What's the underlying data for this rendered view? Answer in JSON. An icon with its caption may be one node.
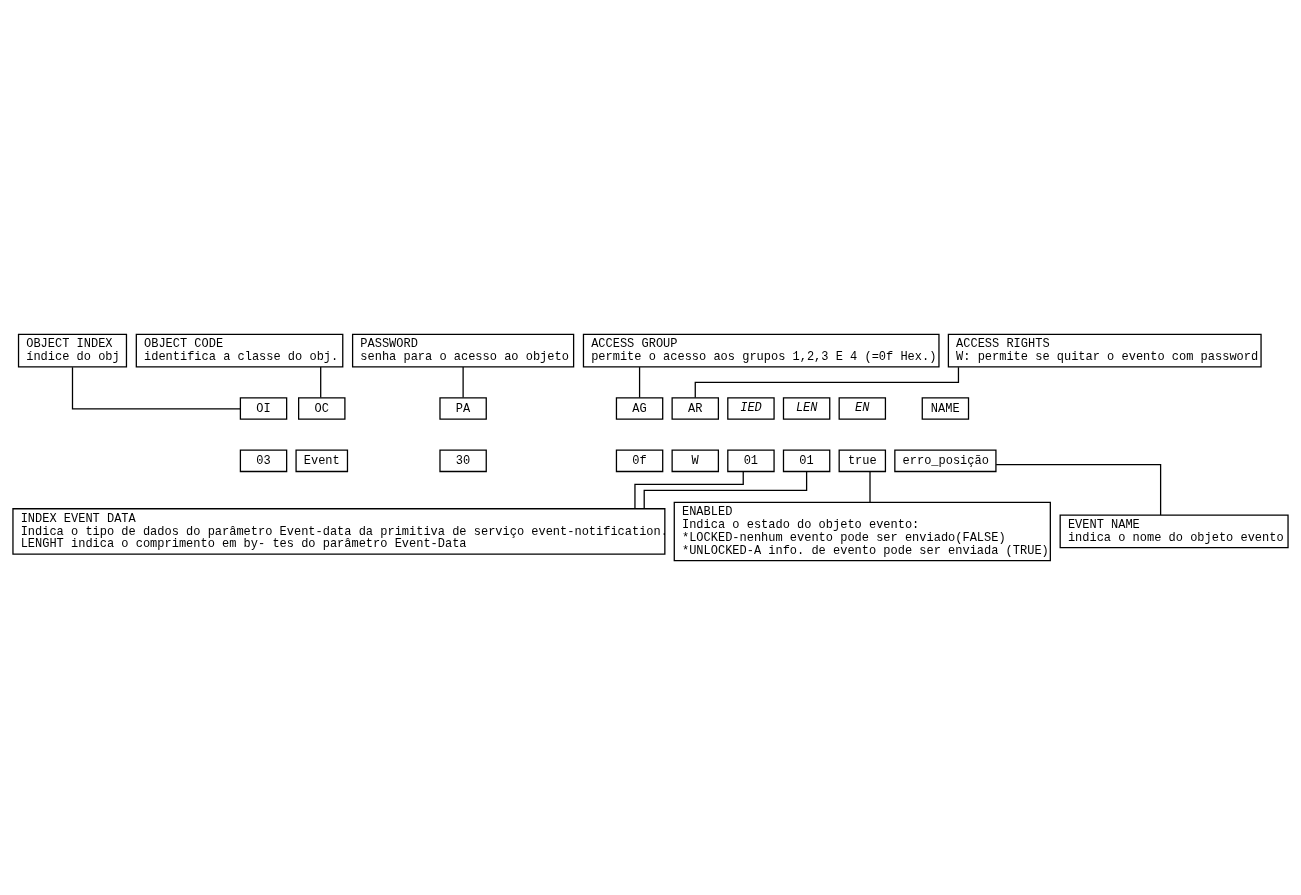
{
  "diagram": {
    "nodes": [
      {
        "text": [
          "OBJECT INDEX",
          "índice do obj"
        ]
      },
      {
        "text": [
          "PASSWORD",
          "senha para o acesso ao objeto"
        ]
      },
      {
        "text": [
          "OBJECT CODE",
          "identifica a classe do obj."
        ]
      },
      {
        "text": [
          "ACCESS GROUP",
          "permite o acesso aos grupos 1,2,3 E 4 (=0f Hex.)"
        ]
      },
      {
        "text": [
          "ACCESS RIGHTS",
          "W: permite se quitar o evento com password"
        ]
      },
      {
        "text": [
          "OI"
        ]
      },
      {
        "text": [
          "OC"
        ]
      },
      {
        "text": [
          "PA"
        ]
      },
      {
        "text": [
          "AG"
        ]
      },
      {
        "text": [
          "AR"
        ]
      },
      {
        "text": [
          "IED"
        ]
      },
      {
        "text": [
          "LEN"
        ]
      },
      {
        "text": [
          "EN"
        ]
      },
      {
        "text": [
          "NAME"
        ]
      },
      {
        "text": [
          "03"
        ]
      },
      {
        "text": [
          "Event"
        ]
      },
      {
        "text": [
          "30"
        ]
      },
      {
        "text": [
          "0f"
        ]
      },
      {
        "text": [
          "W"
        ]
      },
      {
        "text": [
          "01"
        ]
      },
      {
        "text": [
          "01"
        ]
      },
      {
        "text": [
          "true"
        ]
      },
      {
        "text": [
          "erro_posição"
        ]
      },
      {
        "text": [
          "INDEX EVENT DATA",
          "Indica o tipo de dados do parâmetro Event-data da primitiva de serviço event-notification.",
          "LENGHT indica o comprimento em by- tes do parâmetro Event-Data"
        ]
      },
      {
        "text": [
          "EVENT NAME",
          "indica o nome do objeto evento"
        ]
      },
      {
        "text": [
          "ENABLED",
          "Indica o estado do objeto evento:",
          "*LOCKED-nenhum evento pode ser enviado(FALSE)",
          "*UNLOCKED-A info. de evento pode ser enviada (TRUE)"
        ]
      }
    ],
    "edges": [
      {
        "from": 0,
        "to": 5,
        "arrow": "none"
      },
      {
        "from": 2,
        "to": 6,
        "arrow": "none"
      },
      {
        "from": 1,
        "to": 7,
        "arrow": "none"
      },
      {
        "from": 3,
        "to": 8,
        "arrow": "none"
      },
      {
        "from": 4,
        "to": 9,
        "arrow": "none"
      },
      {
        "from": 23,
        "to": 19,
        "arrow": "none"
      },
      {
        "from": 23,
        "to": 20,
        "arrow": "none"
      },
      {
        "from": 25,
        "to": 21,
        "arrow": "none"
      },
      {
        "from": 24,
        "to": 22,
        "arrow": "none"
      }
    ]
  }
}
